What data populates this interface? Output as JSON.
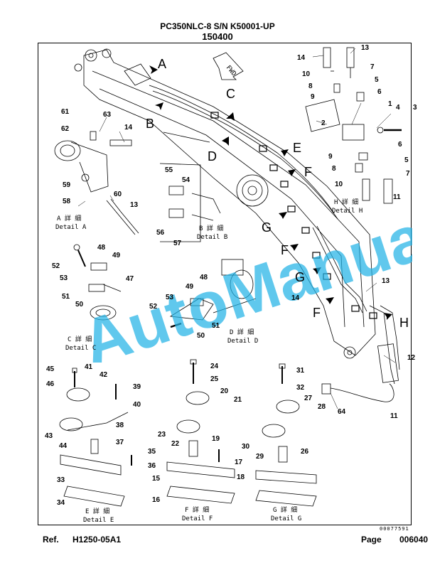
{
  "header": {
    "model": "PC350NLC-8 S/N K50001-UP",
    "group": "150400"
  },
  "watermark": "AutoManual",
  "fwd_label": "FWD",
  "view_letters": [
    "A",
    "B",
    "C",
    "D",
    "E",
    "F",
    "G",
    "F",
    "G",
    "F",
    "H"
  ],
  "details": [
    {
      "jp": "A 詳 細",
      "en": "Detail A"
    },
    {
      "jp": "B 詳 細",
      "en": "Detail B"
    },
    {
      "jp": "C 詳 細",
      "en": "Detail C"
    },
    {
      "jp": "D 詳 細",
      "en": "Detail D"
    },
    {
      "jp": "E 詳 細",
      "en": "Detail E"
    },
    {
      "jp": "F 詳 細",
      "en": "Detail F"
    },
    {
      "jp": "G 詳 細",
      "en": "Detail G"
    },
    {
      "jp": "H 詳 細",
      "en": "Detail H"
    }
  ],
  "part_numbers": [
    "1",
    "2",
    "3",
    "4",
    "5",
    "5",
    "6",
    "6",
    "7",
    "7",
    "8",
    "8",
    "9",
    "9",
    "10",
    "10",
    "11",
    "11",
    "12",
    "13",
    "13",
    "13",
    "14",
    "14",
    "14",
    "15",
    "16",
    "17",
    "18",
    "19",
    "20",
    "21",
    "22",
    "23",
    "24",
    "25",
    "26",
    "27",
    "28",
    "29",
    "30",
    "31",
    "32",
    "33",
    "34",
    "35",
    "36",
    "37",
    "38",
    "39",
    "40",
    "41",
    "42",
    "43",
    "44",
    "45",
    "46",
    "47",
    "48",
    "48",
    "49",
    "49",
    "50",
    "50",
    "51",
    "51",
    "52",
    "52",
    "53",
    "53",
    "54",
    "55",
    "56",
    "57",
    "58",
    "59",
    "60",
    "61",
    "62",
    "63",
    "64"
  ],
  "docnum": "00077591",
  "footer": {
    "ref_label": "Ref.",
    "ref_value": "H1250-05A1",
    "page_label": "Page",
    "page_value": "006040"
  }
}
